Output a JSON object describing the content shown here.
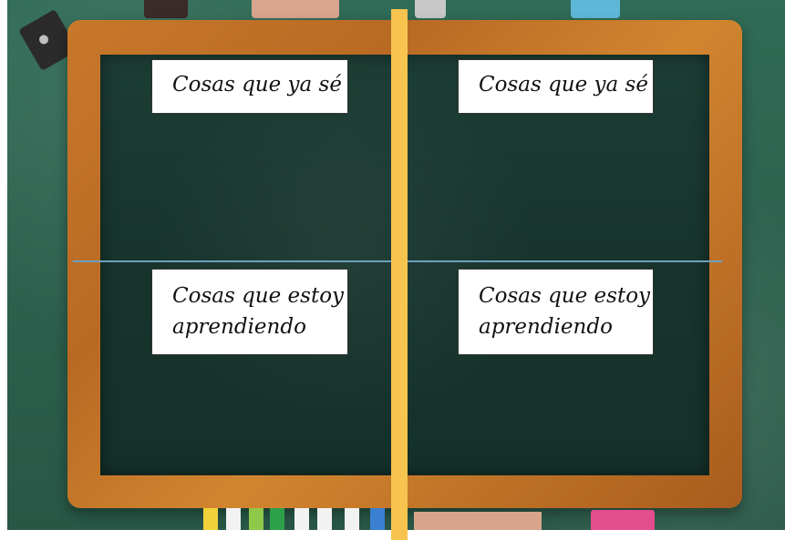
{
  "board": {
    "cards": [
      {
        "lines": [
          "Cosas que ya sé"
        ]
      },
      {
        "lines": [
          "Cosas que ya sé"
        ]
      },
      {
        "lines": [
          "Cosas que estoy",
          "aprendiendo"
        ]
      },
      {
        "lines": [
          "Cosas que estoy",
          "aprendiendo"
        ]
      }
    ]
  },
  "colors": {
    "background_green": "#2f6b56",
    "chalkboard": "#17352d",
    "frame_wood": "#c8782a",
    "divider_vertical": "#f7c450",
    "divider_horizontal": "#6f9fc0",
    "card_background": "#ffffff"
  },
  "decorations": {
    "pencil_colors": [
      "#f2d23a",
      "#8fc94a",
      "#2fa04a",
      "#3b7fd1",
      "#f2f2f2"
    ]
  }
}
